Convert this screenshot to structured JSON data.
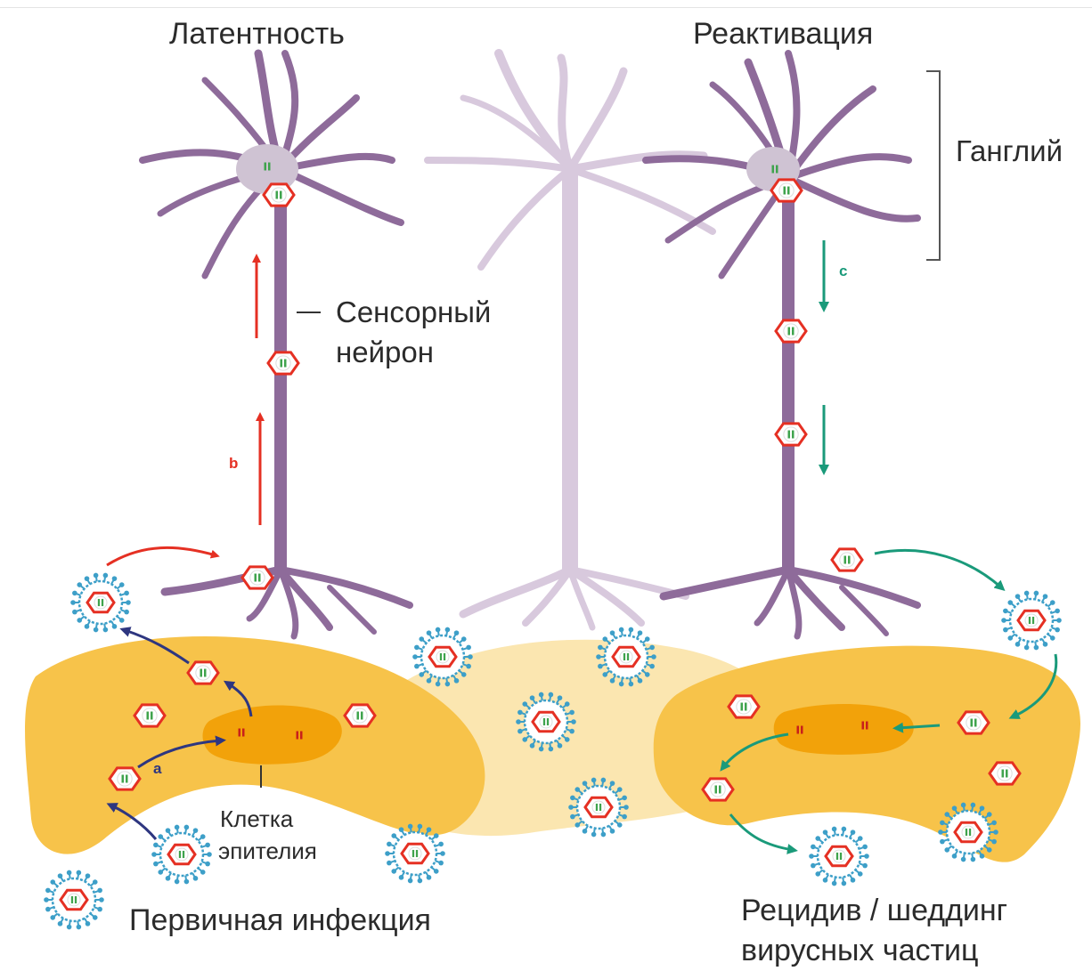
{
  "labels": {
    "latency": "Латентность",
    "reactivation": "Реактивация",
    "ganglion": "Ганглий",
    "sensory_neuron_1": "Сенсорный",
    "sensory_neuron_2": "нейрон",
    "epithelial_cell_1": "Клетка",
    "epithelial_cell_2": "эпителия",
    "primary_infection": "Первичная инфекция",
    "recurrence_1": "Рецидив / шеддинг",
    "recurrence_2": "вирусных частиц",
    "step_a": "a",
    "step_b": "b",
    "step_c": "c"
  },
  "colors": {
    "neuron": "#8e6b9a",
    "neuron_faded": "#d8c9dd",
    "nucleus": "#cfc3d3",
    "epithelium": "#f7c34a",
    "epithelium_faded": "#fbe6b0",
    "cell_nucleus": "#f2a20a",
    "arrow_red": "#e53023",
    "arrow_blue": "#2e3680",
    "arrow_green": "#1a9a7a",
    "capsid": "#e53023",
    "virion_spike": "#3d9fc8"
  }
}
